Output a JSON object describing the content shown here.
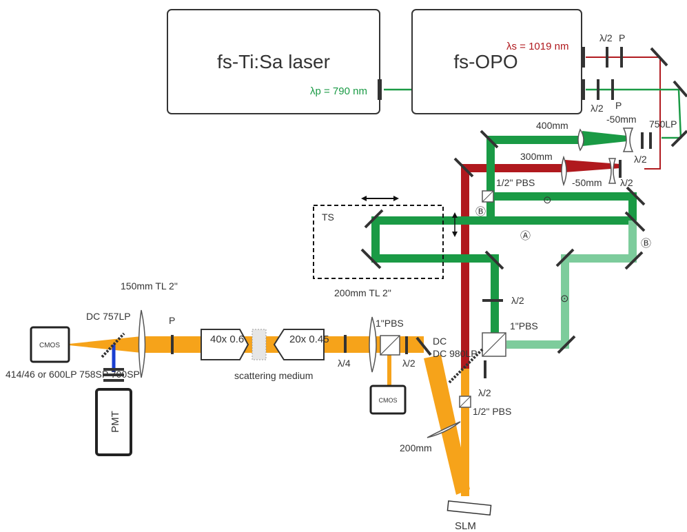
{
  "boxes": {
    "ti_sa_laser": "fs-Ti:Sa laser",
    "opo": "fs-OPO",
    "translation_stage": "TS",
    "cmos_left": "CMOS",
    "cmos_bottom": "CMOS",
    "pmt": "PMT",
    "slm": "SLM"
  },
  "wavelengths": {
    "pump": "λp = 790 nm",
    "signal": "λs = 1019 nm"
  },
  "labels": {
    "hwp_top_signal": "λ/2",
    "pol_top_signal": "P",
    "hwp_top_pump": "λ/2",
    "pol_top_pump": "P",
    "lens_400": "400mm",
    "lens_neg50_top": "-50mm",
    "filter_750lp": "750LP",
    "hwp_750": "λ/2",
    "lens_300": "300mm",
    "lens_neg50_bottom": "-50mm",
    "hwp_signal_mid": "λ/2",
    "pbs_half_top": "1/2\" PBS",
    "beam_a": "Ⓐ",
    "beam_b_left": "Ⓑ",
    "beam_b_right": "Ⓑ",
    "pol_dot_top": "⊙",
    "pol_dot_right": "⊙",
    "hwp_green_down": "λ/2",
    "pbs_1inch_right": "1\"PBS",
    "hwp_dc980": "λ/2",
    "dc_980": "DC 980LP",
    "pbs_half_bottom": "1/2\" PBS",
    "lens_200_slm": "200mm",
    "tl_200": "200mm TL 2\"",
    "pbs_1inch_left": "1\"PBS",
    "hwp_near_pbs": "λ/2",
    "qwp": "λ/4",
    "obj_20x": "20x 0.45",
    "scattering_medium": "scattering medium",
    "obj_40x": "40x 0.6",
    "pol_left": "P",
    "tl_150": "150mm TL 2\"",
    "dc_757": "DC 757LP",
    "filters": "414/46 or 600LP 758SP 700SP"
  },
  "colors": {
    "pump_green": "#1a9a45",
    "pump_green_light": "#7dcc9c",
    "signal_red": "#b0191e",
    "output_orange": "#f6a31a",
    "detection_blue": "#1a3fd1",
    "outline": "#333333"
  }
}
